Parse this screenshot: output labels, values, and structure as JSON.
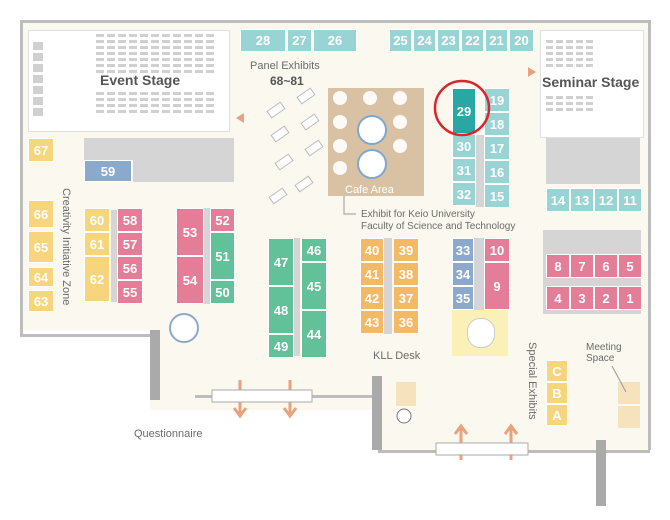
{
  "labels": {
    "event_stage": "Event Stage",
    "seminar_stage": "Seminar Stage",
    "panel_exhibits": "Panel Exhibits",
    "panel_exhibits_range": "68~81",
    "cafe_area": "Cafe Area",
    "exhibit_keio_line1": "Exhibit for Keio University",
    "exhibit_keio_line2": "Faculty of Science and Technology",
    "creativity_zone": "Creativity Initiative Zone",
    "kll_desk": "KLL Desk",
    "special_exhibits": "Special Exhibits",
    "meeting_space_line1": "Meeting",
    "meeting_space_line2": "Space",
    "questionnaire": "Questionnaire"
  },
  "booths": {
    "top_row": [
      "28",
      "27",
      "26",
      "25",
      "24",
      "23",
      "22",
      "21",
      "20"
    ],
    "left_yellow": [
      "67",
      "66",
      "65",
      "64",
      "63"
    ],
    "blue_59": "59",
    "yellow_col": [
      "60",
      "61",
      "62"
    ],
    "pink_col": [
      "58",
      "57",
      "56",
      "55"
    ],
    "pink_53_54": [
      "53",
      "54"
    ],
    "green_50_52": [
      "52",
      "51",
      "50"
    ],
    "green_left": [
      "47",
      "48",
      "49"
    ],
    "green_right": [
      "46",
      "45",
      "44"
    ],
    "orange_left": [
      "40",
      "41",
      "42",
      "43"
    ],
    "orange_right": [
      "39",
      "38",
      "37",
      "36"
    ],
    "blue_col": [
      "33",
      "34",
      "35"
    ],
    "pink_9_10": [
      "10",
      "9"
    ],
    "teal_left": [
      "29",
      "30",
      "31",
      "32"
    ],
    "teal_right": [
      "19",
      "18",
      "17",
      "16",
      "15"
    ],
    "teal_row": [
      "14",
      "13",
      "12",
      "11"
    ],
    "pink_top_row": [
      "8",
      "7",
      "6",
      "5"
    ],
    "pink_bottom_row": [
      "4",
      "3",
      "2",
      "1"
    ],
    "abc": [
      "C",
      "B",
      "A"
    ]
  },
  "highlight": "29",
  "colors": {
    "yellow": "#f6d57c",
    "pink": "#e47e98",
    "green": "#62c199",
    "orange": "#f4b967",
    "blue": "#8aa9cb",
    "teal": "#97d4d3",
    "highlight_booth": "#29a7a2",
    "highlight_circle": "#d9262c",
    "arrow": "#e8a27d"
  }
}
